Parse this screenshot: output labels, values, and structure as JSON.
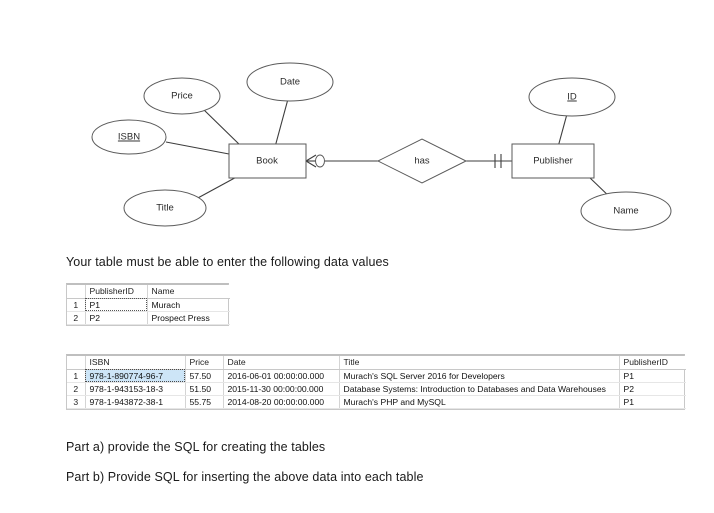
{
  "diagram": {
    "title": "book-publisher-er-diagram",
    "entities": [
      {
        "id": "book",
        "label": "Book"
      },
      {
        "id": "publisher",
        "label": "Publisher"
      }
    ],
    "relationship": {
      "id": "has",
      "label": "has"
    },
    "attributes": [
      {
        "id": "price",
        "label": "Price",
        "key": false,
        "entity": "book"
      },
      {
        "id": "date",
        "label": "Date",
        "key": false,
        "entity": "book"
      },
      {
        "id": "isbn",
        "label": "ISBN",
        "key": true,
        "entity": "book"
      },
      {
        "id": "title",
        "label": "Title",
        "key": false,
        "entity": "book"
      },
      {
        "id": "pub_id",
        "label": "ID",
        "key": true,
        "entity": "publisher"
      },
      {
        "id": "pub_name",
        "label": "Name",
        "key": false,
        "entity": "publisher"
      }
    ],
    "cardinality": {
      "book_side": "zero-or-many",
      "publisher_side": "exactly-one"
    },
    "colors": {
      "shape_stroke": "#5a5a5a",
      "line_stroke": "#3d3d3d",
      "shape_fill": "#ffffff",
      "label_text": "#2b2b2b"
    }
  },
  "intro_text": "Your table must be able to enter the following data values",
  "part_a_text": "Part a) provide the SQL for creating the tables",
  "part_b_text": "Part b) Provide SQL for inserting the above data into each table",
  "publisher_grid": {
    "name": "publisher-results-grid",
    "columns": [
      "PublisherID",
      "Name"
    ],
    "rows": [
      {
        "num": "1",
        "PublisherID": "P1",
        "Name": "Murach"
      },
      {
        "num": "2",
        "PublisherID": "P2",
        "Name": "Prospect Press"
      }
    ],
    "focused_cell": {
      "row": 0,
      "column": "PublisherID"
    }
  },
  "book_grid": {
    "name": "book-results-grid",
    "columns": [
      "ISBN",
      "Price",
      "Date",
      "Title",
      "PublisherID"
    ],
    "rows": [
      {
        "num": "1",
        "ISBN": "978-1-890774-96-7",
        "Price": "57.50",
        "Date": "2016-06-01 00:00:00.000",
        "Title": "Murach's SQL Server 2016 for Developers",
        "PublisherID": "P1"
      },
      {
        "num": "2",
        "ISBN": "978-1-943153-18-3",
        "Price": "51.50",
        "Date": "2015-11-30 00:00:00.000",
        "Title": "Database Systems: Introduction to Databases and Data Warehouses",
        "PublisherID": "P2"
      },
      {
        "num": "3",
        "ISBN": "978-1-943872-38-1",
        "Price": "55.75",
        "Date": "2014-08-20 00:00:00.000",
        "Title": "Murach's PHP and MySQL",
        "PublisherID": "P1"
      }
    ],
    "selected_cell": {
      "row": 0,
      "column": "ISBN"
    },
    "selection_color": "#cde5f7"
  }
}
